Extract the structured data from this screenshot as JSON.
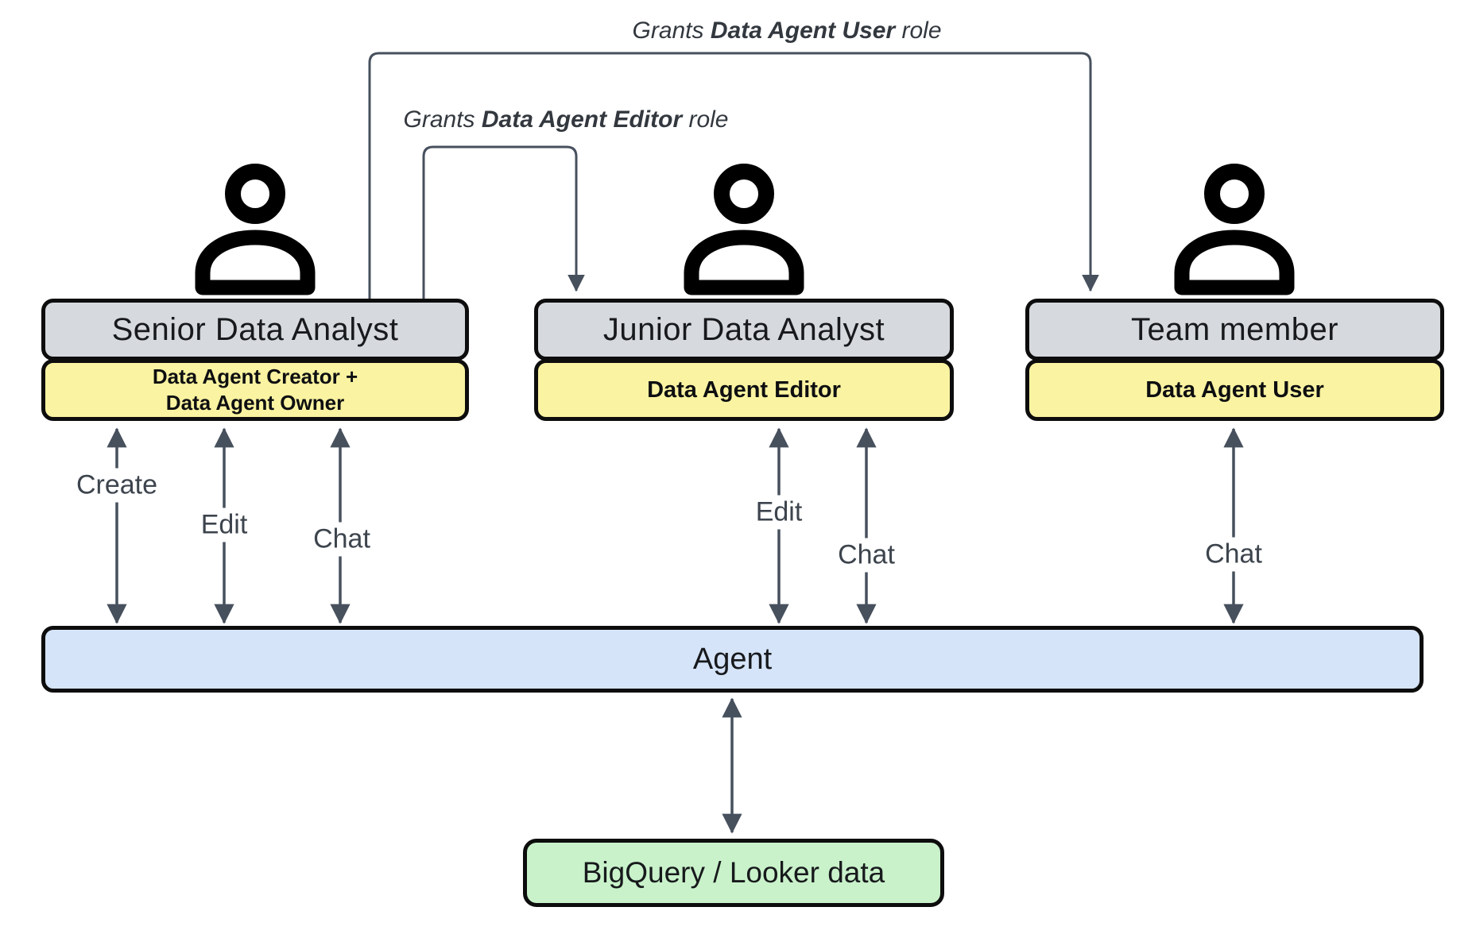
{
  "colors": {
    "box-gray": "#d6d9dd",
    "badge-yellow": "#faf3a1",
    "agent-blue": "#d6e4f9",
    "data-green": "#c9f2ca",
    "arrow-gray": "#47505d",
    "border-black": "#0d0d0d",
    "text-dark": "#17191c",
    "label-gray": "#3d444d"
  },
  "annotations": [
    {
      "prefix": "Grants ",
      "bold": "Data Agent User",
      "suffix": " role"
    },
    {
      "prefix": "Grants ",
      "bold": "Data Agent Editor",
      "suffix": " role"
    }
  ],
  "actors": [
    {
      "name": "Senior Data Analyst",
      "role_lines": [
        "Data Agent Creator +",
        "Data Agent Owner"
      ]
    },
    {
      "name": "Junior Data Analyst",
      "role_lines": [
        "Data Agent Editor"
      ]
    },
    {
      "name": "Team member",
      "role_lines": [
        "Data Agent User"
      ]
    }
  ],
  "interactions": {
    "senior": [
      "Create",
      "Edit",
      "Chat"
    ],
    "junior": [
      "Edit",
      "Chat"
    ],
    "team": [
      "Chat"
    ]
  },
  "agent": {
    "label": "Agent"
  },
  "data_source": {
    "label": "BigQuery / Looker data"
  }
}
